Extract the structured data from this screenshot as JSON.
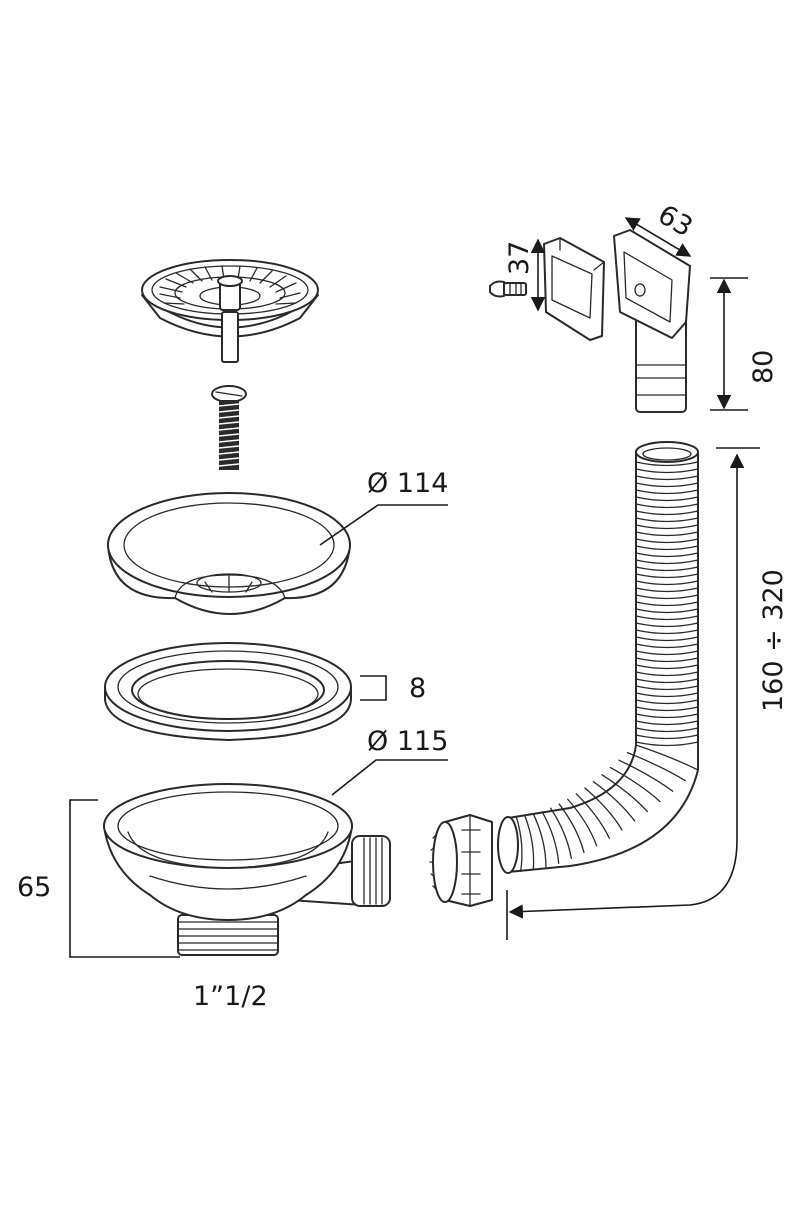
{
  "dimensions": {
    "basket_diameter": "Ø 114",
    "bowl_diameter": "Ø 115",
    "gasket_thickness": "8",
    "body_height": "65",
    "thread_size": "1”1/2",
    "overflow_height": "37",
    "overflow_width": "63",
    "connector_height": "80",
    "hose_length": "160 ÷ 320"
  }
}
